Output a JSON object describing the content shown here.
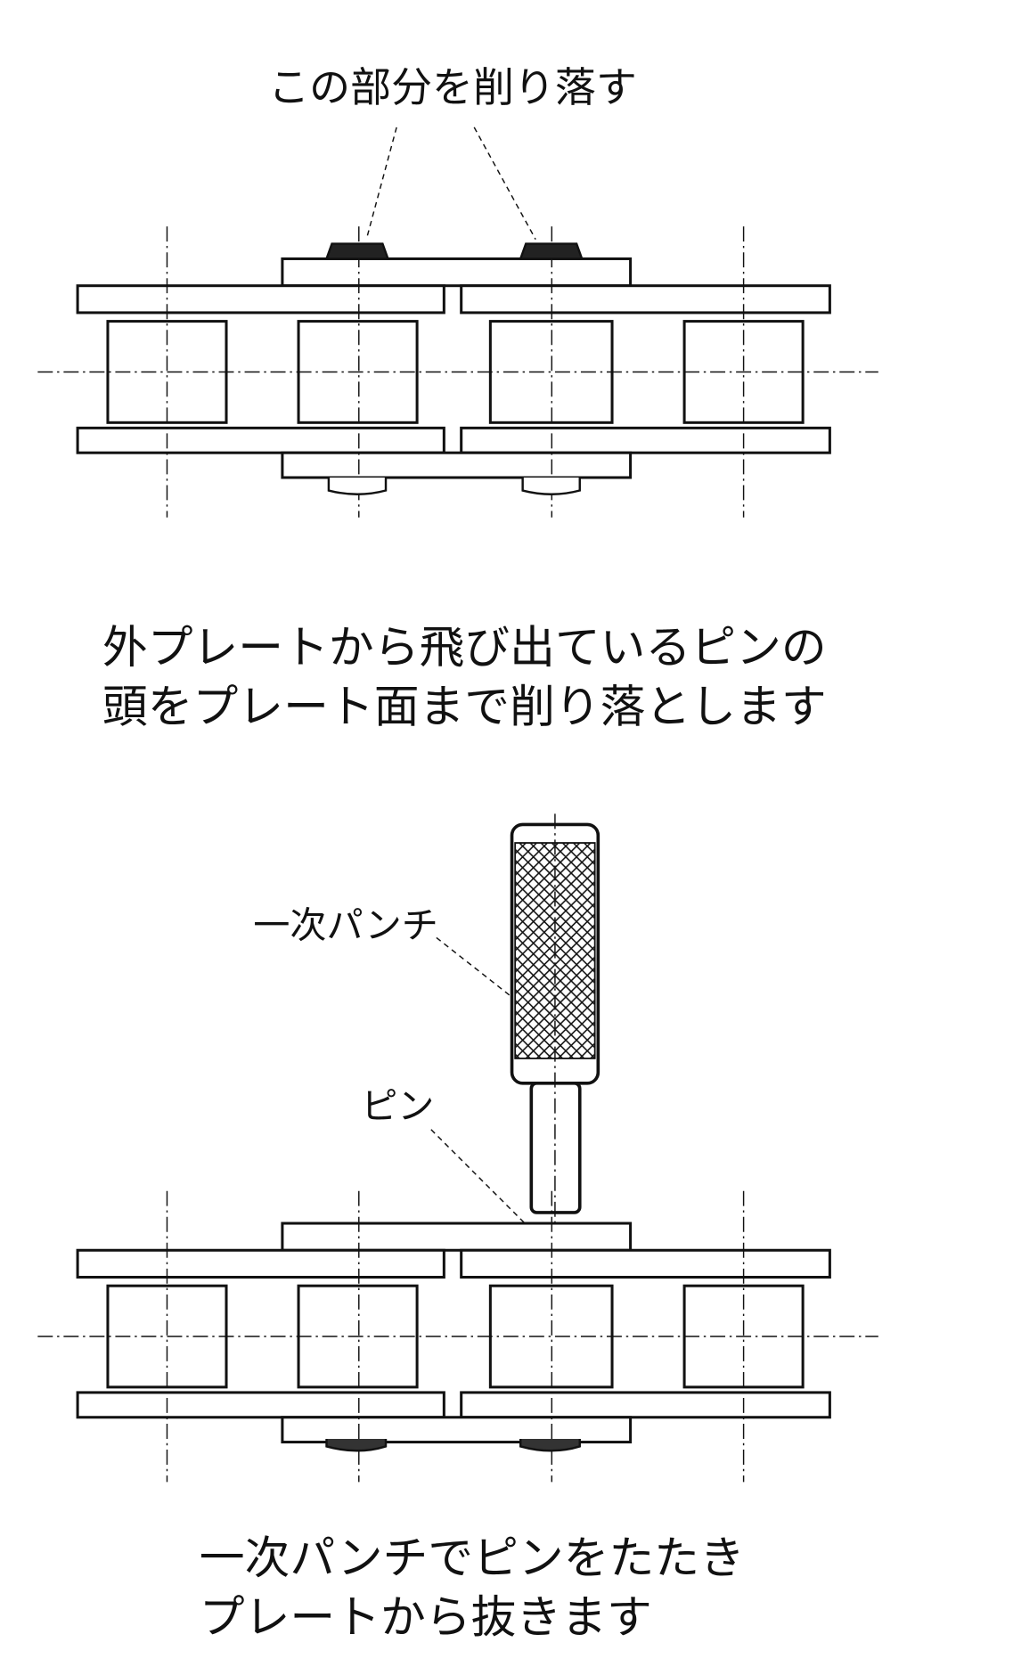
{
  "step1": {
    "callout": "この部分を削り落す",
    "caption_line1": "外プレートから飛び出ているピンの",
    "caption_line2": "頭をプレート面まで削り落とします"
  },
  "step2": {
    "punch_label": "一次パンチ",
    "pin_label": "ピン",
    "caption_line1": "一次パンチでピンをたたき",
    "caption_line2": "プレートから抜きます"
  },
  "colors": {
    "ink": "#111111",
    "background": "#ffffff"
  }
}
